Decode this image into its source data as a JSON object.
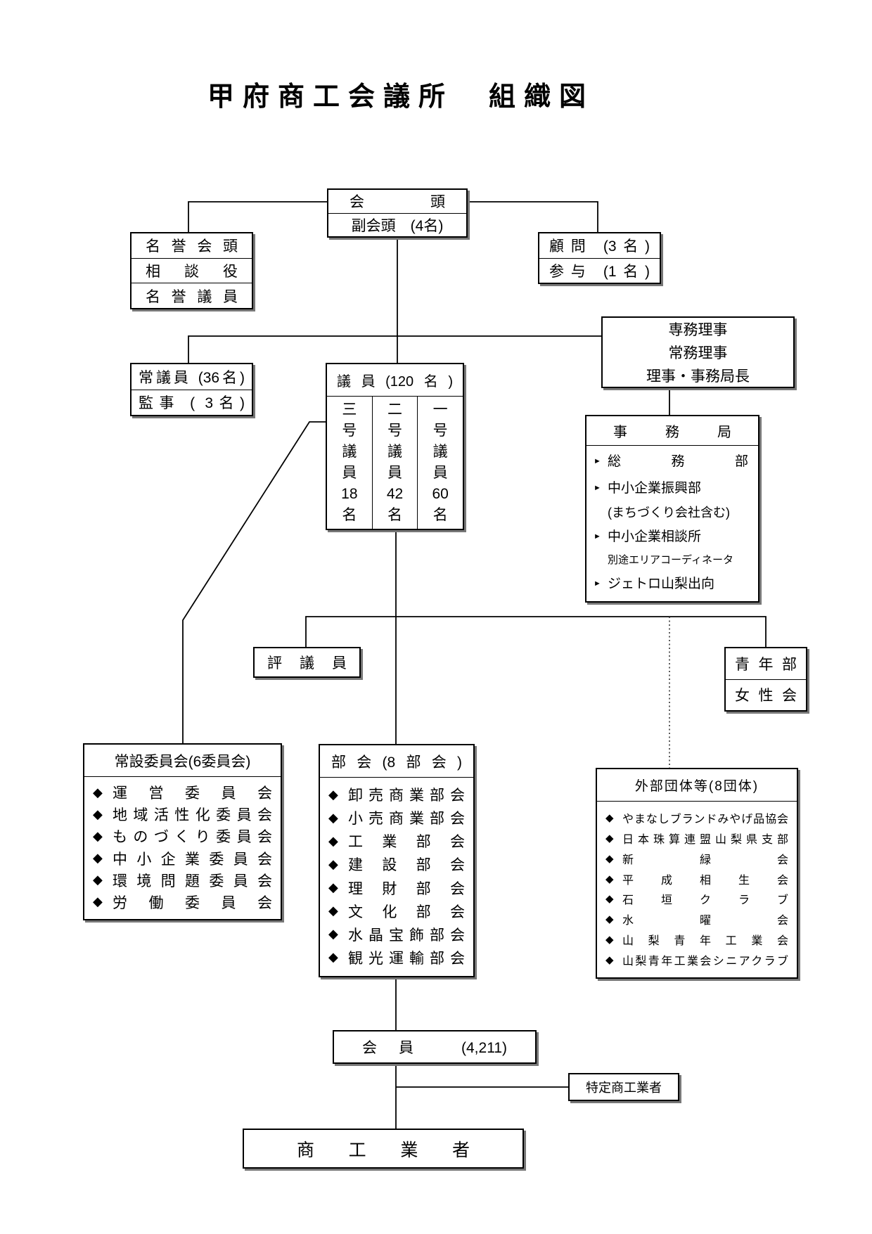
{
  "title": "甲府商工会議所　組織図",
  "icons": {
    "diamond": "◆",
    "arrow": "►"
  },
  "colors": {
    "background": "#ffffff",
    "text": "#000000",
    "border": "#000000",
    "line": "#000000",
    "shadow": "#777777"
  },
  "chairman": {
    "row1": "会頭",
    "row2": "副会頭　(4名)"
  },
  "honorary": {
    "rows": [
      "名誉会頭",
      "相談役",
      "名誉議員"
    ]
  },
  "advisors": {
    "rows": [
      "顧問 (3名)",
      "参与 (1名)"
    ]
  },
  "executives": {
    "rows": [
      "専務理事",
      "常務理事",
      "理事・事務局長"
    ]
  },
  "standing": {
    "rows": [
      "常議員 (36名)",
      "監事 ( 3名)"
    ]
  },
  "giin": {
    "header": "議員(120名)",
    "columns": [
      [
        "三",
        "号",
        "議",
        "員",
        "18",
        "名"
      ],
      [
        "二",
        "号",
        "議",
        "員",
        "42",
        "名"
      ],
      [
        "一",
        "号",
        "議",
        "員",
        "60",
        "名"
      ]
    ]
  },
  "office": {
    "header": "事務局",
    "items": [
      "総務部",
      "中小企業振興部",
      "(まちづくり会社含む)",
      "中小企業相談所",
      "別途エリアコーディネータ",
      "ジェトロ山梨出向"
    ]
  },
  "hyogiin": {
    "label": "評議員"
  },
  "youth": {
    "rows": [
      "青年部",
      "女性会"
    ]
  },
  "committees": {
    "header": "常設委員会(6委員会)",
    "items": [
      "運営委員会",
      "地域活性化委員会",
      "ものづくり委員会",
      "中小企業委員会",
      "環境問題委員会",
      "労働委員会"
    ]
  },
  "sections": {
    "header": "部会(8部会)",
    "items": [
      "卸売商業部会",
      "小売商業部会",
      "工業部会",
      "建設部会",
      "理財部会",
      "文化部会",
      "水晶宝飾部会",
      "観光運輸部会"
    ]
  },
  "external": {
    "header": "外部団体等(8団体)",
    "items": [
      "やまなしブランドみやげ品協会",
      "日本珠算連盟山梨県支部",
      "新緑会",
      "平成相生会",
      "石垣クラブ",
      "水曜会",
      "山梨青年工業会",
      "山梨青年工業会シニアクラブ"
    ]
  },
  "members": {
    "label": "会員 (4,211)"
  },
  "specified": {
    "label": "特定商工業者"
  },
  "businesses": {
    "label": "商工業者"
  }
}
